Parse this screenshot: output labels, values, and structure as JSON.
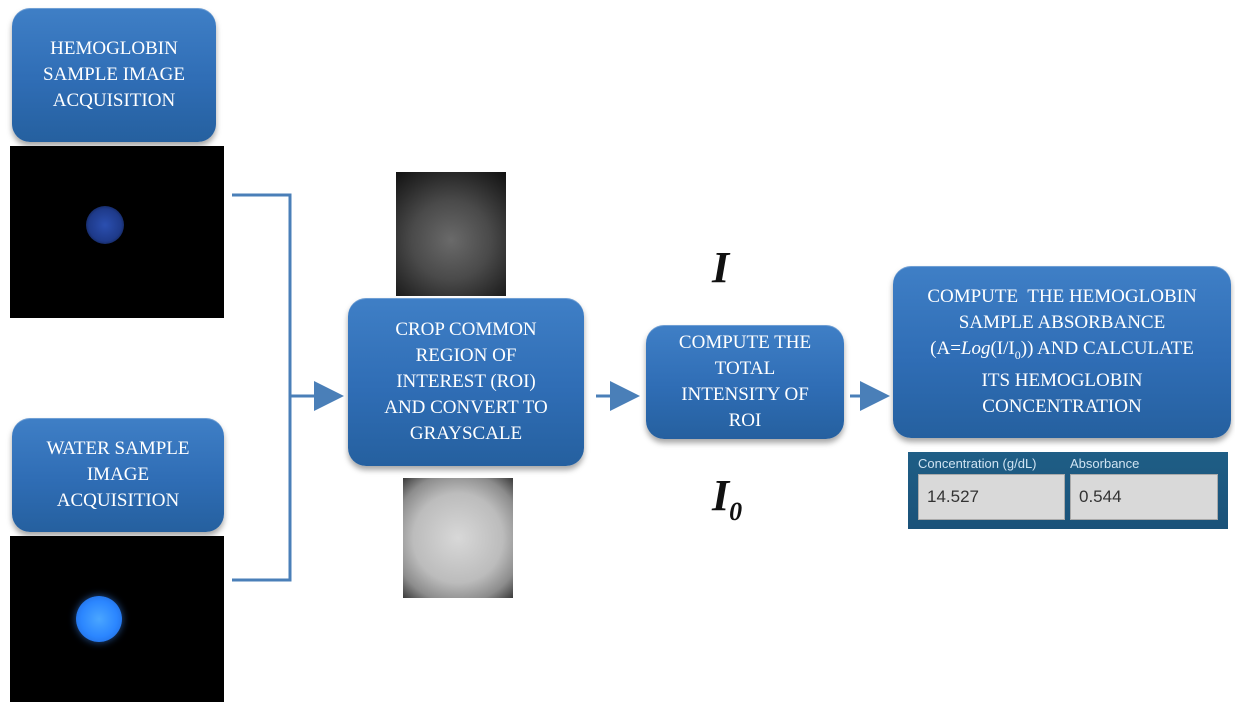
{
  "steps": {
    "hemoglobin_acquisition": "HEMOGLOBIN\nSAMPLE IMAGE\nACQUISITION",
    "water_acquisition": "WATER SAMPLE\nIMAGE\nACQUISITION",
    "crop_roi": "CROP COMMON\nREGION OF\nINTEREST (ROI)\nAND CONVERT TO\nGRAYSCALE",
    "compute_intensity": "COMPUTE THE\nTOTAL\nINTENSITY OF\nROI",
    "compute_absorbance_l1": "COMPUTE  THE HEMOGLOBIN",
    "compute_absorbance_l2": "SAMPLE ABSORBANCE",
    "compute_absorbance_l3_pre": "(A=",
    "compute_absorbance_l3_log": "Log",
    "compute_absorbance_l3_mid": "(I/I",
    "compute_absorbance_l3_sub": "0",
    "compute_absorbance_l3_post": ")) AND CALCULATE",
    "compute_absorbance_l4": "ITS HEMOGLOBIN",
    "compute_absorbance_l5": "CONCENTRATION"
  },
  "symbols": {
    "intensity": "I",
    "reference_intensity": "I",
    "reference_subscript": "0"
  },
  "result_panel": {
    "concentration_label": "Concentration (g/dL)",
    "concentration_value": "14.527",
    "absorbance_label": "Absorbance",
    "absorbance_value": "0.544"
  },
  "colors": {
    "box_fill": "#2f6db5",
    "connector": "#4a7fb8",
    "hemoglobin_spot": "#1f3f9a",
    "water_spot": "#2f8cff"
  }
}
